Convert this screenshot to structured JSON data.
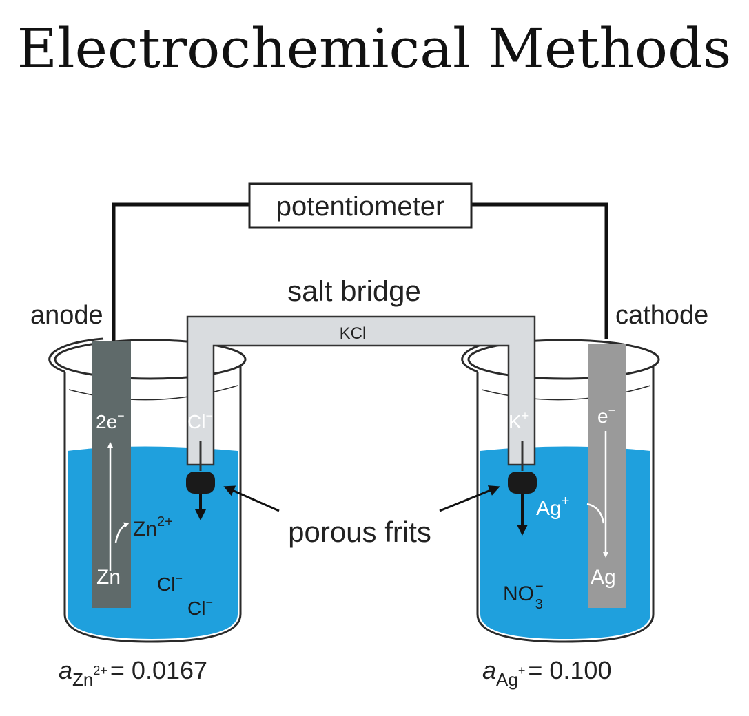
{
  "title": "Electrochemical Methods",
  "labels": {
    "potentiometer": "potentiometer",
    "salt_bridge": "salt bridge",
    "kcl": "KCl",
    "anode": "anode",
    "cathode": "cathode",
    "porous_frits": "porous frits"
  },
  "left_cell": {
    "electron_base": "2e",
    "electron_charge": "−",
    "bridge_ion_base": "Cl",
    "bridge_ion_charge": "−",
    "ion_base": "Zn",
    "ion_charge": "2+",
    "metal": "Zn",
    "anion1_base": "Cl",
    "anion1_charge": "−",
    "anion2_base": "Cl",
    "anion2_charge": "−",
    "activity_symbol": "a",
    "activity_species": "Zn",
    "activity_charge": "2+",
    "activity_value": "= 0.0167"
  },
  "right_cell": {
    "electron_base": "e",
    "electron_charge": "−",
    "bridge_ion_base": "K",
    "bridge_ion_charge": "+",
    "ion_base": "Ag",
    "ion_charge": "+",
    "metal": "Ag",
    "anion_base": "NO",
    "anion_sub": "3",
    "anion_charge": "−",
    "activity_symbol": "a",
    "activity_species": "Ag",
    "activity_charge": "+",
    "activity_value": "= 0.100"
  },
  "colors": {
    "solution": "#1FA0DD",
    "anode_electrode": "#5F6A6A",
    "cathode_electrode": "#9A9A9A",
    "salt_bridge": "#D9DCDF",
    "frit": "#1A1A1A",
    "wire": "#111111"
  }
}
